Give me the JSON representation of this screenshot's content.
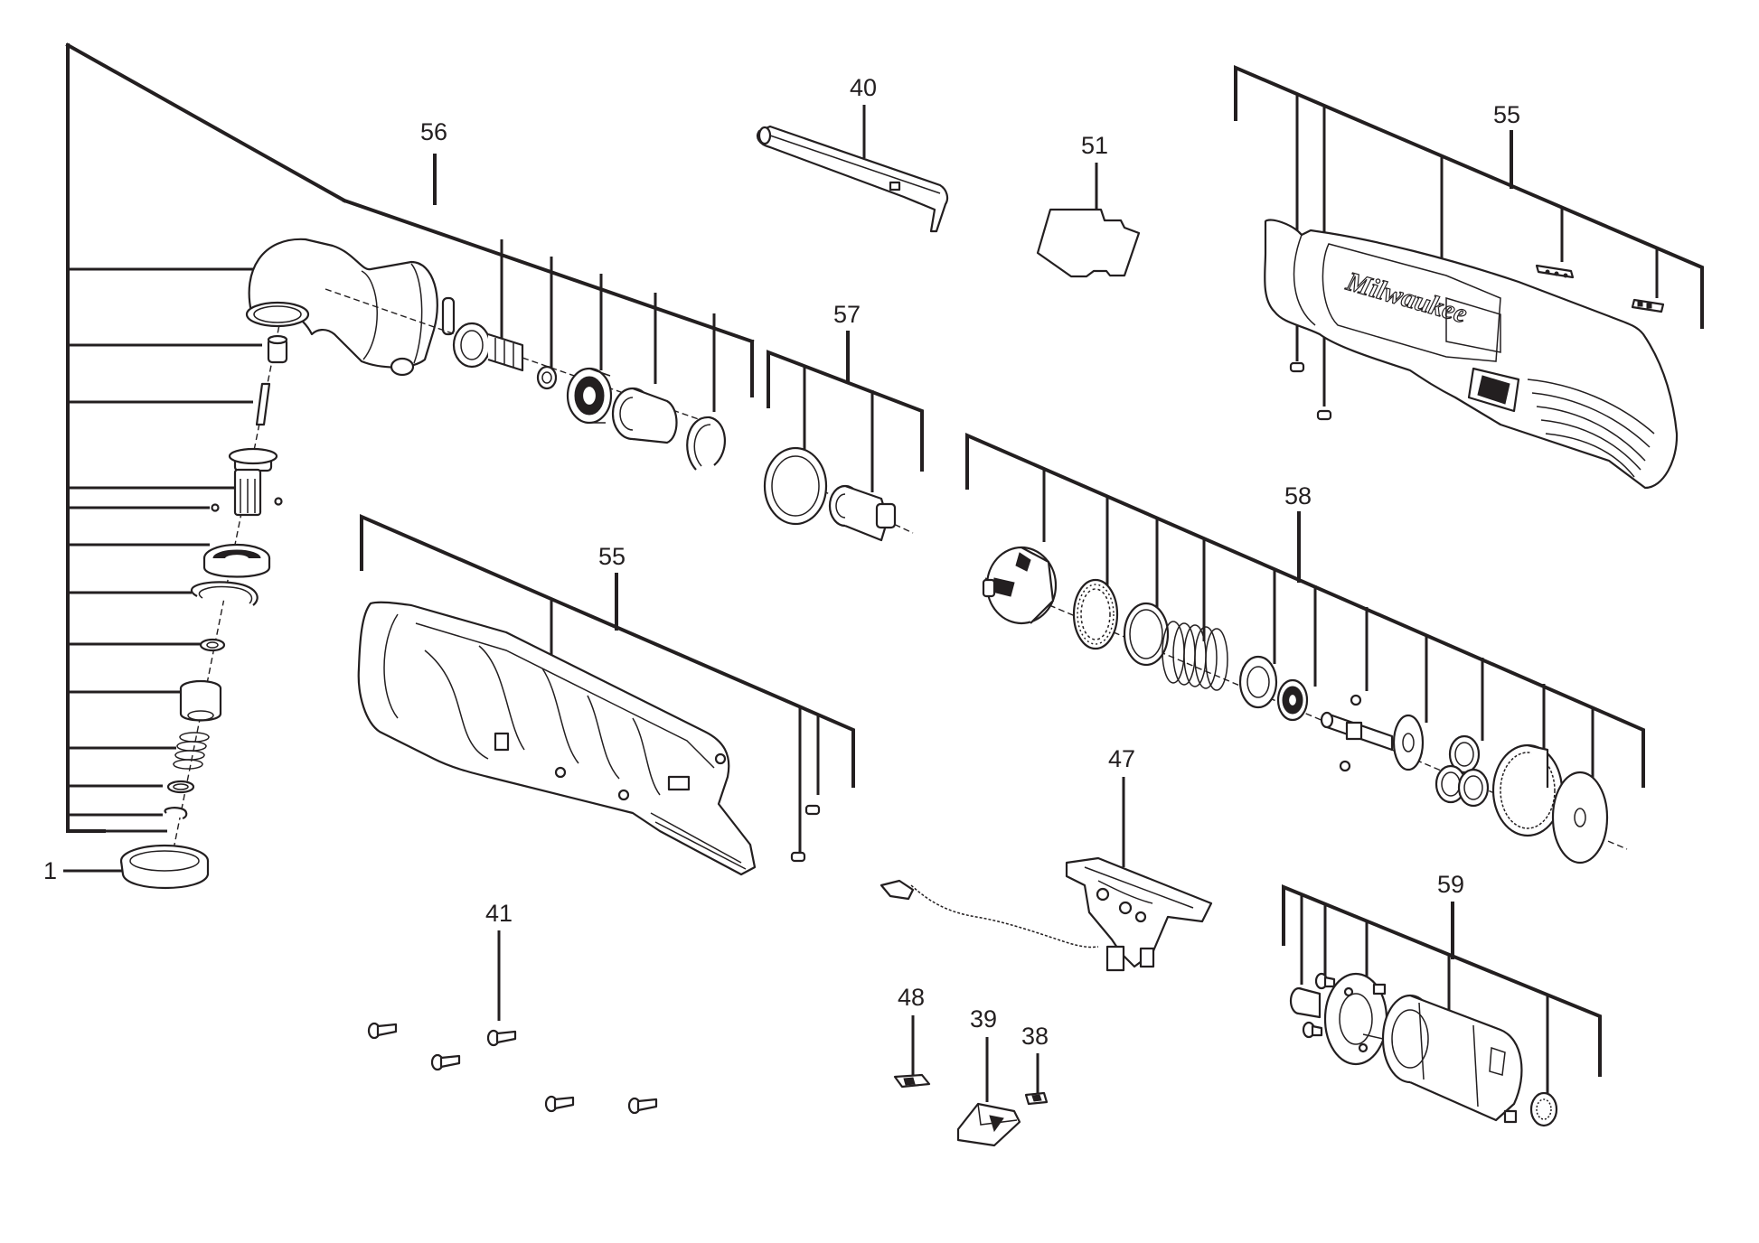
{
  "callouts": {
    "c1": "1",
    "c38": "38",
    "c39": "39",
    "c40": "40",
    "c41": "41",
    "c47": "47",
    "c48": "48",
    "c51": "51",
    "c55a": "55",
    "c55b": "55",
    "c56": "56",
    "c57": "57",
    "c58": "58",
    "c59": "59"
  },
  "logo_text": "Milwaukee"
}
